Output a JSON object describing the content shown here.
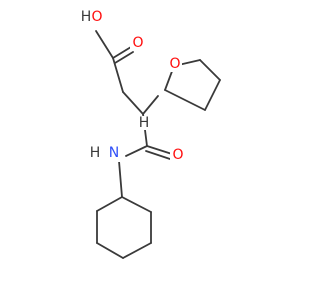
{
  "colors": {
    "background": "#ffffff",
    "bond": "#3a3a3a",
    "oxygen": "#ff0d0d",
    "nitrogen": "#3050f8",
    "hydrogen": "#3a3a3a"
  },
  "atom_labels": {
    "hydroxyl_o": "O",
    "hydroxyl_h": "H",
    "carbonyl_o_acid": "O",
    "ring_o_thf": "O",
    "ring_h": "H",
    "carbonyl_o_amide": "O",
    "amide_n": "N",
    "amide_h": "H"
  }
}
